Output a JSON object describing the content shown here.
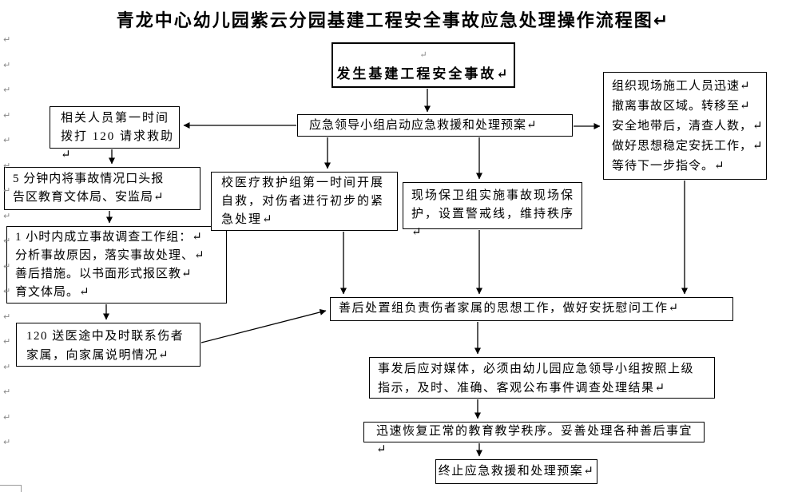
{
  "page": {
    "title": "青龙中心幼儿园紫云分园基建工程安全事故应急处理操作流程图↵"
  },
  "flowchart": {
    "nodes": {
      "accident": "↵\n发生基建工程安全事故↵",
      "leader_group": "应急领导小组启动应急救援和处理预案↵",
      "call_120": "相关人员第一时间\n拨打 120 请求救助↵",
      "report_5min": "5 分钟内将事故情况口头报\n告区教育文体局、安监局↵",
      "investigation_1h": "1 小时内成立事故调查工作组：↵\n分析事故原因，落实事故处理、↵\n善后措施。以书面形式报区教↵\n育文体局。↵",
      "contact_family": "120 送医途中及时联系伤者\n家属，向家属说明情况↵",
      "medical_rescue": "校医疗救护组第一时间开展\n自救，对伤者进行初步的紧\n急处理↵",
      "site_guard": "现场保卫组实施事故现场保\n护，设置警戒线，维持秩序↵",
      "evacuate_workers": "组织现场施工人员迅速↵\n撤离事故区域。转移至↵\n安全地带后，清查人数，↵\n做好思想稳定安抚工作，↵\n等待下一步指令。↵",
      "aftermath_group": "善后处置组负责伤者家属的思想工作，做好安抚慰问工作↵",
      "media_response": "事发后应对媒体，必须由幼儿园应急领导小组按照上级\n指示，及时、准确、客观公布事件调查处理结果↵",
      "restore_order": "迅速恢复正常的教育教学秩序。妥善处理各种善后事宜 ↵",
      "terminate_plan": "终止应急救援和处理预案↵"
    }
  },
  "artifacts": {
    "pilcrow": "↵",
    "margin_pilcrow_count": 17
  },
  "colors": {
    "line": "#000000",
    "pilcrow_gray": "#8a8a8a",
    "background": "#ffffff"
  }
}
